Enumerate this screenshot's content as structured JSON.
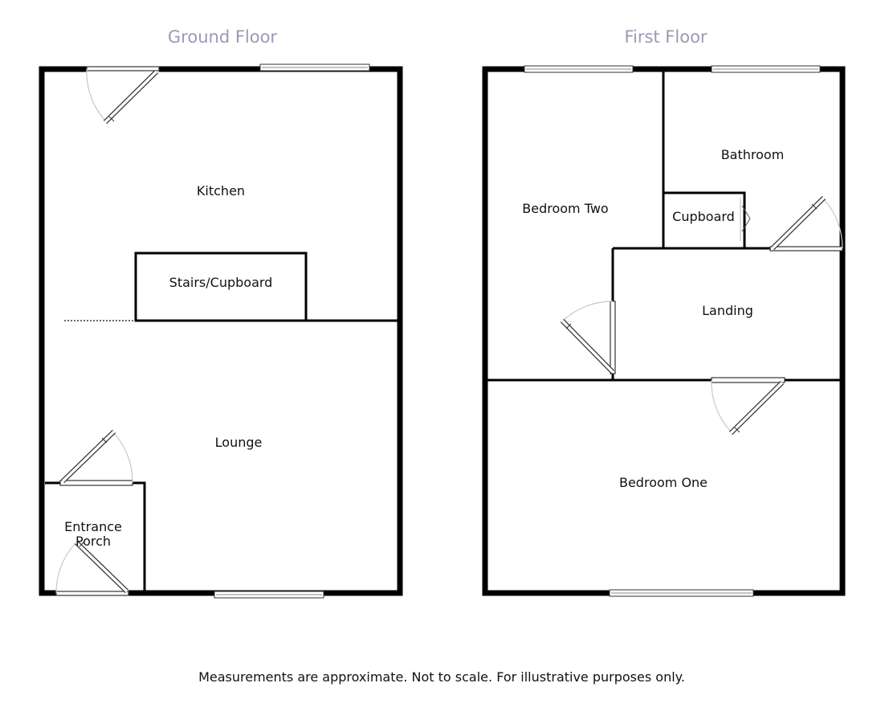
{
  "floors": [
    {
      "title": "Ground Floor",
      "rooms": [
        "Kitchen",
        "Stairs/Cupboard",
        "Lounge",
        "Entrance",
        "Porch"
      ]
    },
    {
      "title": "First Floor",
      "rooms": [
        "Bathroom",
        "Bedroom Two",
        "Cupboard",
        "Landing",
        "Bedroom One"
      ]
    }
  ],
  "disclaimer": "Measurements are approximate. Not to scale. For illustrative purposes only.",
  "colors": {
    "title": "#9a9ab4",
    "wall": "#000000",
    "door_arc": "#c8c8c8"
  }
}
